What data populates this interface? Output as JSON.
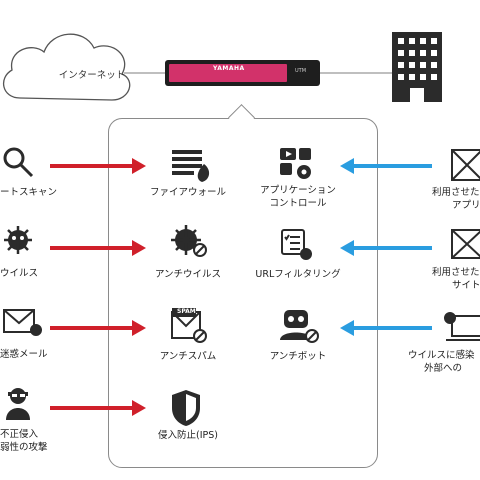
{
  "network": {
    "internet_label": "インターネット",
    "device_logo": "YAMAHA",
    "device_badge": "UTM"
  },
  "threats_left": [
    {
      "label": "ートスキャン"
    },
    {
      "label": "ウイルス"
    },
    {
      "label": "迷惑メール"
    },
    {
      "label": "不正侵入",
      "label2": "弱性の攻撃"
    }
  ],
  "features": [
    {
      "label": "ファイアウォール"
    },
    {
      "label": "アプリケーション",
      "label2": "コントロール"
    },
    {
      "label": "アンチウイルス"
    },
    {
      "label": "URLフィルタリング"
    },
    {
      "label": "アンチスパム"
    },
    {
      "label": "アンチボット"
    },
    {
      "label": "侵入防止(IPS)"
    }
  ],
  "threats_right": [
    {
      "label": "利用させた",
      "label2": "アプリ"
    },
    {
      "label": "利用させた",
      "label2": "サイト"
    },
    {
      "label": "ウイルスに感染",
      "label2": "外部への"
    }
  ],
  "spam_tag": "SPAM",
  "colors": {
    "left_arrow": "#d0202a",
    "right_arrow": "#2a9de0",
    "device_face": "#d2326a",
    "icon": "#2b2b2b"
  }
}
